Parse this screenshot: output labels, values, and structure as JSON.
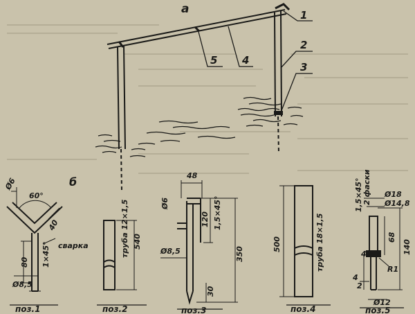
{
  "colors": {
    "paper": "#c9c2ab",
    "ink": "#1a1a18",
    "text_ghost": "#9f9884"
  },
  "figure_a": {
    "letter": "а",
    "callouts": [
      "1",
      "2",
      "3",
      "5",
      "4"
    ]
  },
  "figure_b": {
    "letter": "б",
    "pos1": {
      "angle": "60°",
      "diam_top": "Ø6",
      "len40": "40",
      "weld": "сварка",
      "height": "80",
      "chamfer": "1×45°",
      "diam_bottom": "Ø8,5",
      "caption": "поз.1"
    },
    "pos2": {
      "pipe": "труба 12×1,5",
      "length": "540",
      "caption": "поз.2"
    },
    "pos3": {
      "width48": "48",
      "d6": "Ø6",
      "l120": "120",
      "chamfer": "1,5×45°",
      "d85": "Ø8,5",
      "l350": "350",
      "l30": "30",
      "caption": "поз.3"
    },
    "pos4": {
      "length": "500",
      "pipe": "труба 18×1,5",
      "caption": "поз.4"
    },
    "pos5": {
      "chamfer": "1,5×45°",
      "chamfers": "2 фаски",
      "d18": "Ø18",
      "d148": "Ø14,8",
      "l68": "68",
      "l140": "140",
      "l4a": "4",
      "r1": "R1",
      "l4b": "4",
      "l2": "2",
      "d12": "Ø12",
      "caption": "поз.5"
    }
  }
}
